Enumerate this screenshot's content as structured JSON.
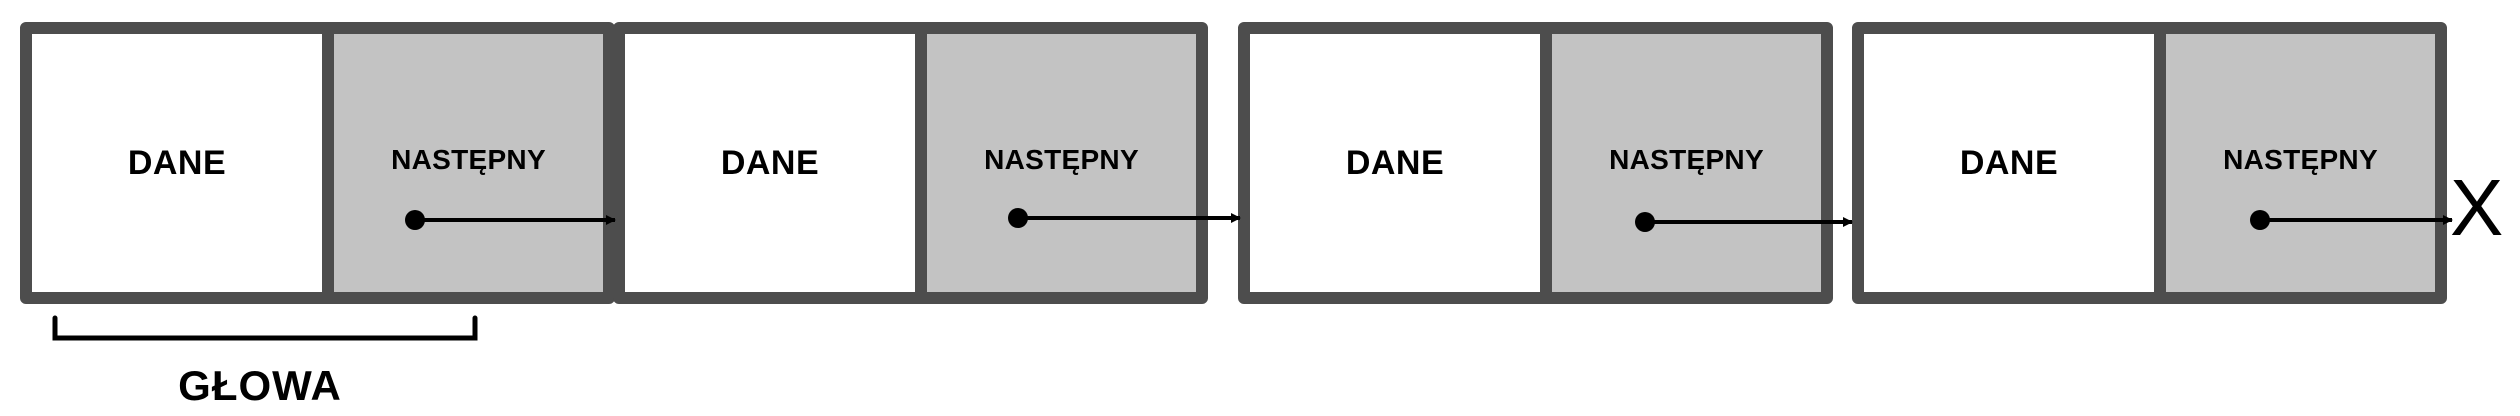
{
  "nodes": [
    {
      "data_label": "DANE",
      "next_label": "NASTĘPNY"
    },
    {
      "data_label": "DANE",
      "next_label": "NASTĘPNY"
    },
    {
      "data_label": "DANE",
      "next_label": "NASTĘPNY"
    },
    {
      "data_label": "DANE",
      "next_label": "NASTĘPNY"
    }
  ],
  "head_label": "GŁOWA",
  "terminal_label": "X",
  "colors": {
    "border": "#4d4d4d",
    "pointer_cell": "#c3c3c3",
    "data_cell": "#ffffff",
    "ink": "#000000"
  }
}
